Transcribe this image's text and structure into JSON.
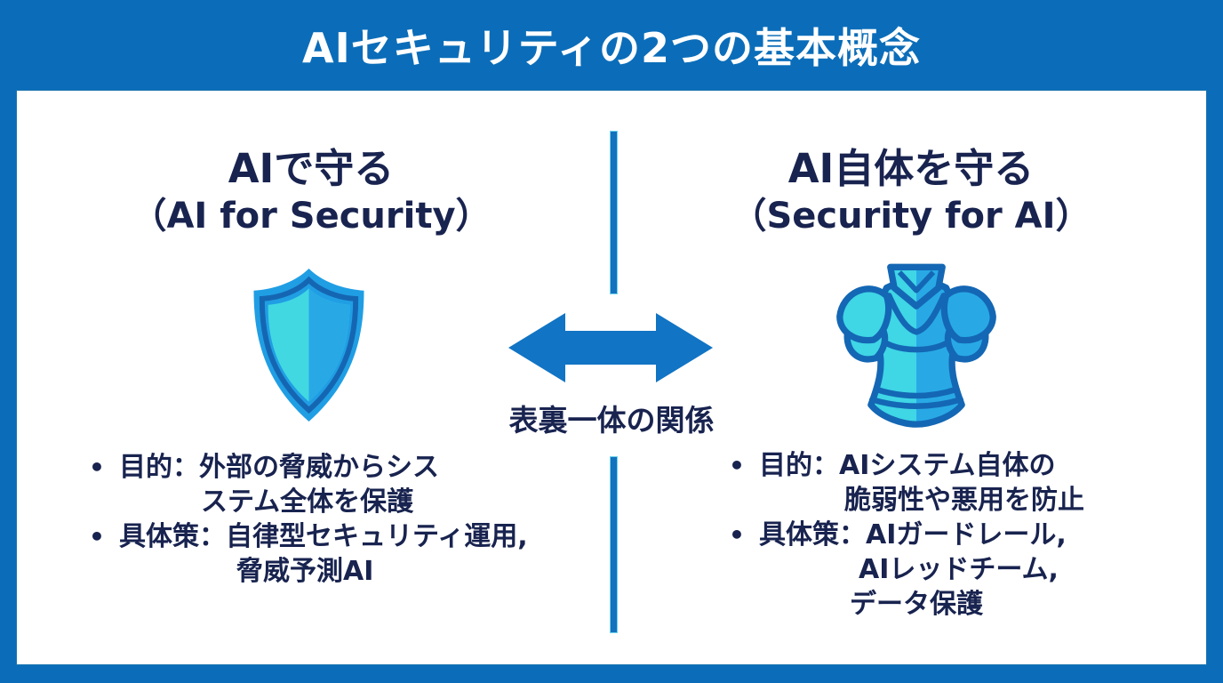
{
  "title": "AIセキュリティの2つの基本概念",
  "colors": {
    "frame_blue": "#0b6db9",
    "card_bg": "#ffffff",
    "text_navy": "#18234f",
    "divider_blue": "#1471bd",
    "arrow_blue": "#1174c4",
    "icon_outline": "#1467b4",
    "icon_cyan": "#3fd6e6",
    "icon_blue": "#28a9e6",
    "shield_outer": "#209ee4",
    "title_text": "#ffffff"
  },
  "left_panel": {
    "heading_jp": "AIで守る",
    "heading_en": "（AI for Security）",
    "icon": "shield-icon",
    "bullet_char": "•",
    "lines": [
      "目的：外部の脅威からシス",
      "ステム全体を保護",
      "具体策：自律型セキュリティ運用,",
      "脅威予測AI"
    ]
  },
  "right_panel": {
    "heading_jp": "AI自体を守る",
    "heading_en": "（Security for AI）",
    "icon": "armor-icon",
    "bullet_char": "•",
    "lines": [
      "目的：AIシステム自体の",
      "脆弱性や悪用を防止",
      "具体策：AIガードレール,",
      "AIレッドチーム,",
      "データ保護"
    ]
  },
  "center": {
    "arrow_icon": "double-arrow-icon",
    "relation_label": "表裏一体の関係"
  }
}
